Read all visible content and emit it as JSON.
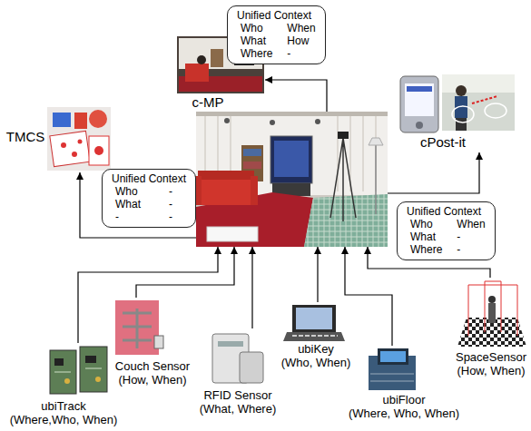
{
  "diagram": {
    "nodes": [
      {
        "text": [
          "Unified Context",
          "Who",
          "When",
          "What",
          "How",
          "Where",
          "-"
        ]
      },
      {
        "text": [
          "c-MP"
        ]
      },
      {
        "text": [
          "TMCS"
        ]
      },
      {
        "text": []
      },
      {
        "text": [
          "cPost-it"
        ]
      },
      {
        "text": [
          "Unified Context",
          "Who",
          "-",
          "What",
          "-",
          "-",
          "-"
        ]
      },
      {
        "text": [
          "Unified Context",
          "Who",
          "When",
          "What",
          "-",
          "Where",
          "-"
        ]
      },
      {
        "text": [
          "ubiTrack",
          "(Where,Who, When)"
        ]
      },
      {
        "text": [
          "Couch Sensor",
          "(How, When)"
        ]
      },
      {
        "text": [
          "RFID Sensor",
          "(What, Where)"
        ]
      },
      {
        "text": [
          "ubiKey",
          "(Who, When)"
        ]
      },
      {
        "text": [
          "ubiFloor",
          "(Where, Who, When)"
        ]
      },
      {
        "text": [
          "SpaceSensor",
          "(How, When)"
        ]
      }
    ],
    "edges": [
      {
        "from": 3,
        "to": 1,
        "arrow": "to"
      },
      {
        "from": 3,
        "to": 4,
        "arrow": "to"
      },
      {
        "from": 3,
        "to": 2,
        "arrow": "to"
      },
      {
        "from": 7,
        "to": 3,
        "arrow": "to"
      },
      {
        "from": 8,
        "to": 3,
        "arrow": "to"
      },
      {
        "from": 9,
        "to": 3,
        "arrow": "to"
      },
      {
        "from": 10,
        "to": 3,
        "arrow": "to"
      },
      {
        "from": 11,
        "to": 3,
        "arrow": "to"
      },
      {
        "from": 12,
        "to": 3,
        "arrow": "to"
      }
    ]
  }
}
